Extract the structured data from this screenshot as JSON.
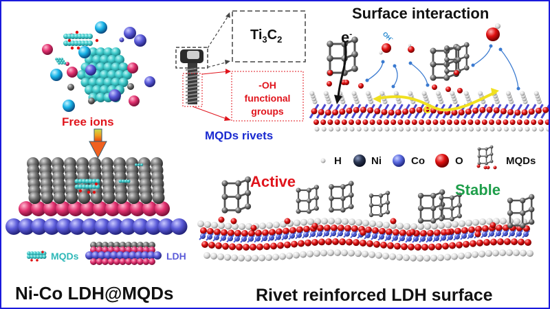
{
  "colors": {
    "border": "#1a1adc",
    "free_ions_label": "#e0141c",
    "mqds_rivets_label": "#1a2ad0",
    "oh_box": "#e0141c",
    "active": "#e0141c",
    "stable": "#1e9e4a",
    "teal": "#3cc8c8",
    "pink": "#e0306e",
    "violet": "#5a5ad8",
    "gray": "#6e6e6e",
    "oxygen": "#e01010",
    "electron_path": "#f0e020"
  },
  "left_panel": {
    "free_ions_label": "Free ions",
    "mqds_label": "MQDs",
    "ldh_label": "LDH",
    "title": "Ni-Co LDH@MQDs"
  },
  "middle_panel": {
    "ti3c2_label": {
      "base": "Ti",
      "sub1": "3",
      "mid": "C",
      "sub2": "2"
    },
    "oh_box": [
      "-OH",
      "functional",
      "groups"
    ],
    "rivets_label": "MQDs rivets"
  },
  "right_top_panel": {
    "title": "Surface interaction",
    "electron_label": "e",
    "electron_sup": "-",
    "oh_label": "OH",
    "oh_sup": "-",
    "electron_flow_label": "e",
    "electron_flow_sup": "-"
  },
  "legend": {
    "items": [
      {
        "symbol": "H",
        "label": "H",
        "color": "#f0f0f0"
      },
      {
        "symbol": "Ni",
        "label": "Ni",
        "color": "#2a3550"
      },
      {
        "symbol": "Co",
        "label": "Co",
        "color": "#5a6ae0"
      },
      {
        "symbol": "O",
        "label": "O",
        "color": "#e01010"
      },
      {
        "symbol": "MQDs",
        "label": "MQDs",
        "color": "#888888"
      }
    ]
  },
  "bottom_right_panel": {
    "active_label": "Active",
    "stable_label": "Stable",
    "title": "Rivet reinforced LDH surface"
  }
}
